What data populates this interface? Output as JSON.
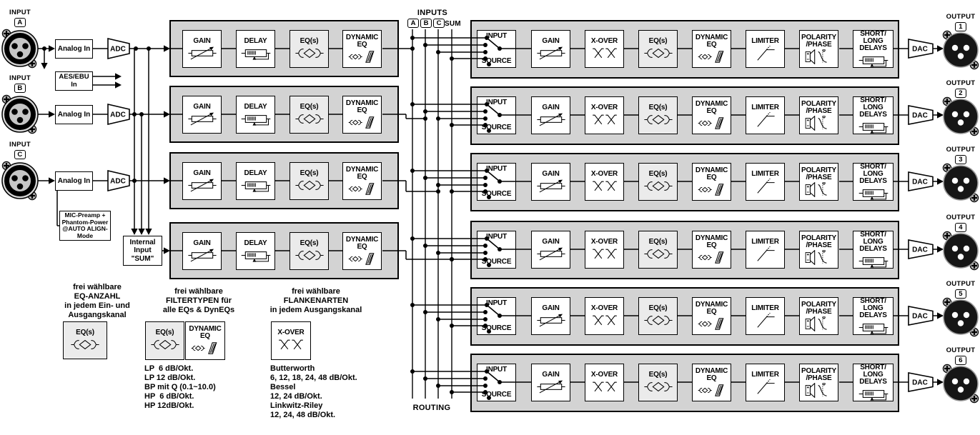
{
  "inputs": [
    {
      "label": "INPUT",
      "id": "A"
    },
    {
      "label": "INPUT",
      "id": "B"
    },
    {
      "label": "INPUT",
      "id": "C"
    }
  ],
  "outputs": [
    {
      "label": "OUTPUT",
      "id": "1"
    },
    {
      "label": "OUTPUT",
      "id": "2"
    },
    {
      "label": "OUTPUT",
      "id": "3"
    },
    {
      "label": "OUTPUT",
      "id": "4"
    },
    {
      "label": "OUTPUT",
      "id": "5"
    },
    {
      "label": "OUTPUT",
      "id": "6"
    }
  ],
  "converters": {
    "adc": "ADC",
    "dac": "DAC"
  },
  "io_blocks": {
    "analog_in": "Analog In",
    "aes_in": "AES/EBU\nIn",
    "mic_preamp": "MIC-Preamp +\nPhantom-Power\n@AUTO ALIGN-\nMode",
    "internal_sum": "Internal\nInput\n\"SUM\""
  },
  "routing": {
    "header": "INPUTS",
    "buses": [
      "A",
      "B",
      "C"
    ],
    "sum_label": "SUM",
    "footer": "ROUTING"
  },
  "input_chain_blocks": [
    {
      "label": "GAIN",
      "icon": "gain"
    },
    {
      "label": "DELAY",
      "icon": "delay"
    },
    {
      "label": "EQ(s)",
      "icon": "eq",
      "tinted": true
    },
    {
      "label": "DYNAMIC\nEQ",
      "icon": "dyneq"
    }
  ],
  "output_chain_blocks": [
    {
      "label_top": "INPUT",
      "label_bottom": "SOURCE",
      "icon": "source"
    },
    {
      "label": "GAIN",
      "icon": "gain"
    },
    {
      "label": "X-OVER",
      "icon": "xover"
    },
    {
      "label": "EQ(s)",
      "icon": "eq",
      "tinted": true
    },
    {
      "label": "DYNAMIC\nEQ",
      "icon": "dyneq"
    },
    {
      "label": "LIMITER",
      "icon": "limiter"
    },
    {
      "label": "POLARITY\n/PHASE",
      "icon": "polarity"
    },
    {
      "label": "SHORT/\nLONG\nDELAYS",
      "icon": "delay"
    }
  ],
  "legends": [
    {
      "title": "frei wählbare\nEQ-ANZAHL\nin jedem Ein- und\nAusgangskanal",
      "boxes": [
        {
          "label": "EQ(s)",
          "icon": "eq",
          "tinted": true
        }
      ],
      "items": []
    },
    {
      "title": "frei wählbare\nFILTERTYPEN für\nalle EQs & DynEQs",
      "boxes": [
        {
          "label": "EQ(s)",
          "icon": "eq",
          "tinted": true
        },
        {
          "label": "DYNAMIC\nEQ",
          "icon": "dyneq"
        }
      ],
      "items": [
        "LP  6 dB/Okt.",
        "LP 12 dB/Okt.",
        "BP mit Q (0.1~10.0)",
        "HP  6 dB/Okt.",
        "HP 12dB/Okt."
      ]
    },
    {
      "title": "frei wählbare\nFLANKENARTEN\nin jedem Ausgangskanal",
      "boxes": [
        {
          "label": "X-OVER",
          "icon": "xover"
        }
      ],
      "items": [
        "Butterworth",
        "6, 12, 18, 24, 48 dB/Okt.",
        "Bessel",
        "12, 24 dB/Okt.",
        "Linkwitz-Riley",
        "12, 24, 48 dB/Okt."
      ]
    }
  ],
  "colors": {
    "chain_bg": "#d3d3d3",
    "block_bg": "#ffffff",
    "eq_block_bg": "#ebebeb",
    "line": "#000000",
    "connector_face": "#c6c6c6",
    "connector_dark": "#161616"
  }
}
